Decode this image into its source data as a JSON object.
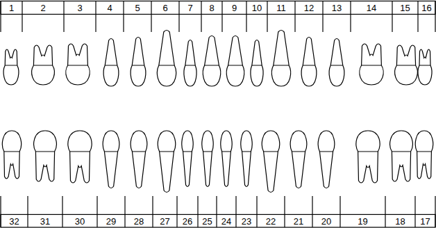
{
  "diagram": {
    "labels": [
      "1",
      "2",
      "3",
      "4",
      "5",
      "6",
      "7",
      "8",
      "9",
      "10",
      "11",
      "12",
      "13",
      "14",
      "15",
      "16",
      "32",
      "31",
      "30",
      "29",
      "28",
      "27",
      "26",
      "25",
      "24",
      "23",
      "22",
      "21",
      "20",
      "19",
      "18",
      "17"
    ]
  }
}
